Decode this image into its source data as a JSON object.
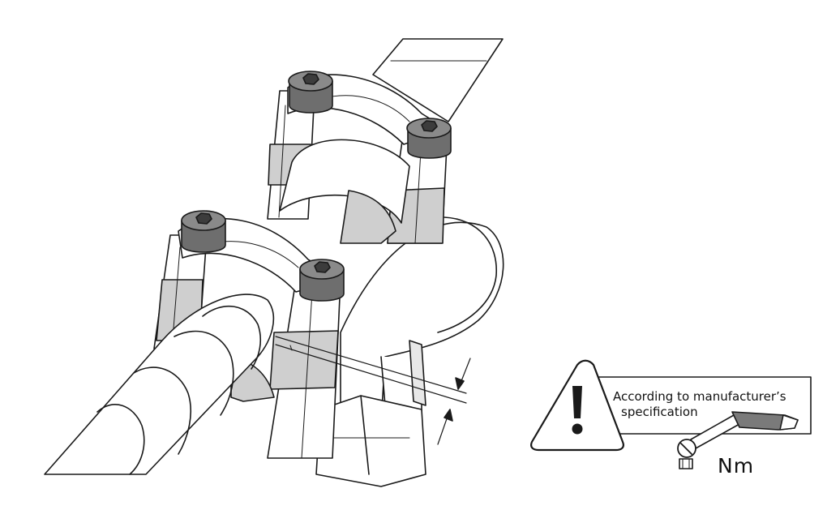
{
  "notice": {
    "line1": "According to manufacturer’s",
    "line2": "specification",
    "unit": "Nm",
    "icon": "warning-triangle-icon",
    "tool_icon": "torque-wrench-icon"
  },
  "colors": {
    "line": "#1a1a1a",
    "shade": "#cfcfcf",
    "bolt": "#6e6e6e",
    "bolt_dark": "#3c3c3c",
    "paper": "#ffffff"
  }
}
